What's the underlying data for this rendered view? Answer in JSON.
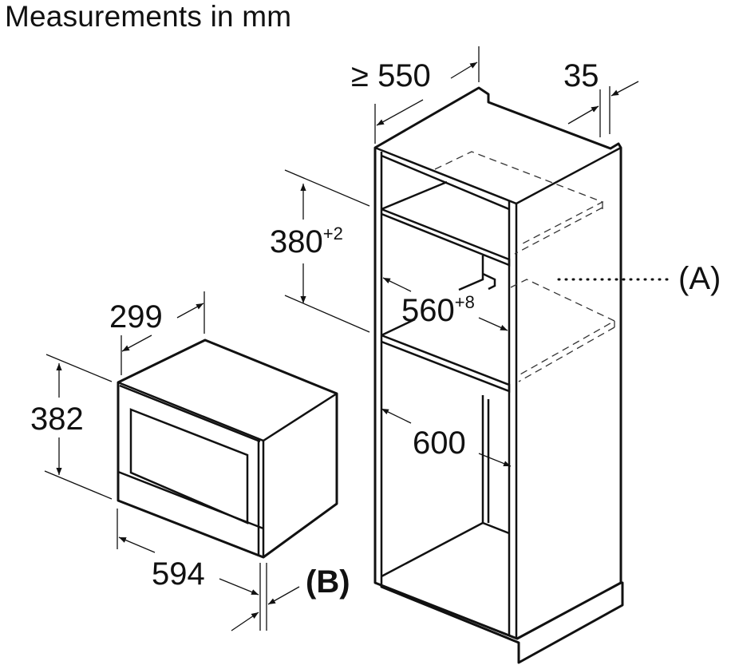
{
  "title": "Measurements in mm",
  "dimensions": {
    "cabinet_depth": "≥ 550",
    "cabinet_offset": "35",
    "niche_height": "380",
    "niche_height_tol": "+2",
    "niche_width": "560",
    "niche_width_tol": "+8",
    "cabinet_inner_width": "600",
    "appliance_depth": "299",
    "appliance_height": "382",
    "appliance_width": "594"
  },
  "labels": {
    "a": "(A)",
    "b": "(B)"
  }
}
